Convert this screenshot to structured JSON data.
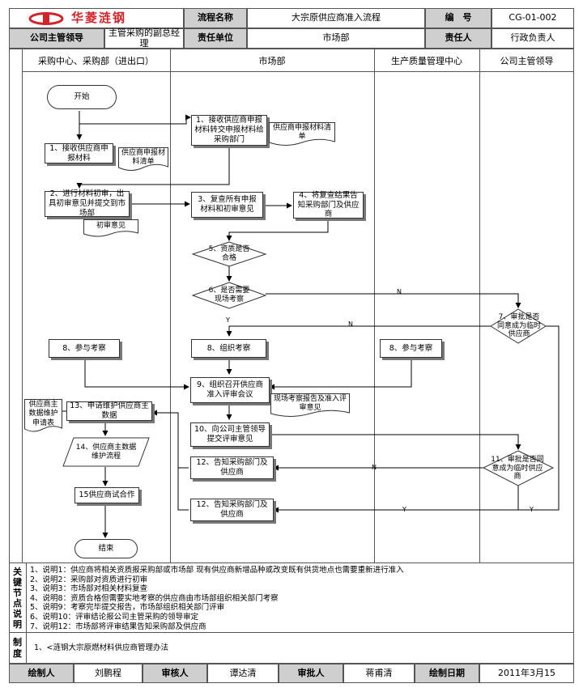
{
  "header": {
    "logo_text": "华菱涟钢",
    "process_name_label": "流程名称",
    "process_name": "大宗原供应商准入流程",
    "code_label": "编　号",
    "code": "CG-01-002",
    "leader_label": "公司主管领导",
    "leader": "主管采购的副总经理",
    "dept_label": "责任单位",
    "dept": "市场部",
    "owner_label": "责任人",
    "owner": "行政负责人"
  },
  "lanes": [
    "采购中心、采购部（进出口）",
    "市场部",
    "生产质量管理中心",
    "公司主管领导"
  ],
  "steps": {
    "start": "开始",
    "s1a": "1、接收供应商申报材料",
    "doc1a": "供应商申报材料清单",
    "s1b": "1、接收供应商申报材料转交申报材料给采购部门",
    "doc1b": "供应商申报材料清单",
    "s2": "2、进行材料初审，出具初审意见并提交到市场部",
    "doc2": "初审意见",
    "s3": "3、复查所有申报材料和初审意见",
    "s4": "4、将复查结果告知采购部门及供应商",
    "d5": "5、资质是否合格",
    "d6": "6、是否需要现场考察",
    "d7": "7、审批是否同意成为临时供应商",
    "s8a": "8、参与考察",
    "s8b": "8、组织考察",
    "s8c": "8、参与考察",
    "s9": "9、组织召开供应商准入评审会议",
    "doc9": "现场考察报告及准入评审意见",
    "doc13": "供应商主数据维护申请表",
    "s13": "13、申请维护供应商主数据",
    "s10": "10、向公司主管领导提交评审意见",
    "s14": "14、供应商主数据维护流程",
    "d11": "11、审批是否同意成为临时供应商",
    "s12a": "12、告知采购部门及供应商",
    "s15": "15供应商试合作",
    "s12b": "12、告知采购部门及供应商",
    "end": "结束"
  },
  "labels": {
    "n": "N",
    "y": "Y"
  },
  "notes_label": [
    "关",
    "键",
    "节",
    "点",
    "说",
    "明"
  ],
  "notes": [
    "1、说明1：供应商将相关资质报采购部或市场部 现有供应商新增品种或改变既有供货地点也需要重新进行准入",
    "2、说明2：采购部对资质进行初审",
    "3、说明3：市场部对相关材料复查",
    "4、说明8：资质合格但需要实地考察的供应商由市场部组织相关部门考察",
    "5、说明9：考察完毕提交报告，市场部组织相关部门评审",
    "6、说明10：评审结论报公司主管采购的领导审定",
    "7、说明12：市场部将评审结果告知采购部及供应商"
  ],
  "system_label": [
    "制",
    "度"
  ],
  "system": "1、<涟钢大宗原燃材料供应商管理办法",
  "footer": {
    "drafter_label": "绘制人",
    "drafter": "刘鹏程",
    "reviewer_label": "审核人",
    "reviewer": "谭达清",
    "approver_label": "审批人",
    "approver": "蒋甫清",
    "date_label": "绘制日期",
    "date": "2011年3月15"
  },
  "colors": {
    "header_gray": "#cfcfcf",
    "logo_red": "#d2232a"
  }
}
